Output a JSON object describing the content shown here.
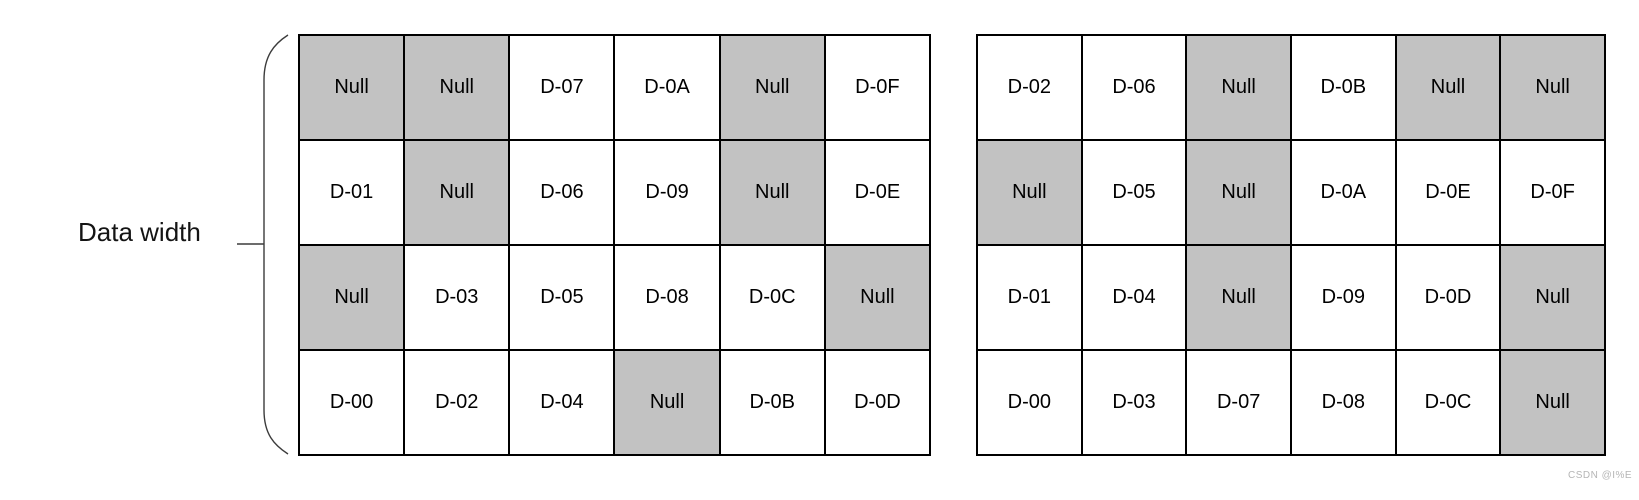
{
  "label": {
    "text": "Data width"
  },
  "null_label": "Null",
  "colors": {
    "null_cell_bg": "#c2c2c2",
    "data_cell_bg": "#ffffff",
    "grid_border": "#000000",
    "brace_line": "#3c3c3c",
    "watermark_color": "#b5b5b5"
  },
  "grids": [
    {
      "id": "stripe-grid-left",
      "rows": [
        [
          "Null",
          "Null",
          "D-07",
          "D-0A",
          "Null",
          "D-0F"
        ],
        [
          "D-01",
          "Null",
          "D-06",
          "D-09",
          "Null",
          "D-0E"
        ],
        [
          "Null",
          "D-03",
          "D-05",
          "D-08",
          "D-0C",
          "Null"
        ],
        [
          "D-00",
          "D-02",
          "D-04",
          "Null",
          "D-0B",
          "D-0D"
        ]
      ]
    },
    {
      "id": "stripe-grid-right",
      "rows": [
        [
          "D-02",
          "D-06",
          "Null",
          "D-0B",
          "Null",
          "Null"
        ],
        [
          "Null",
          "D-05",
          "Null",
          "D-0A",
          "D-0E",
          "D-0F"
        ],
        [
          "D-01",
          "D-04",
          "Null",
          "D-09",
          "D-0D",
          "Null"
        ],
        [
          "D-00",
          "D-03",
          "D-07",
          "D-08",
          "D-0C",
          "Null"
        ]
      ]
    }
  ],
  "watermark": {
    "text": "CSDN @I%E"
  }
}
